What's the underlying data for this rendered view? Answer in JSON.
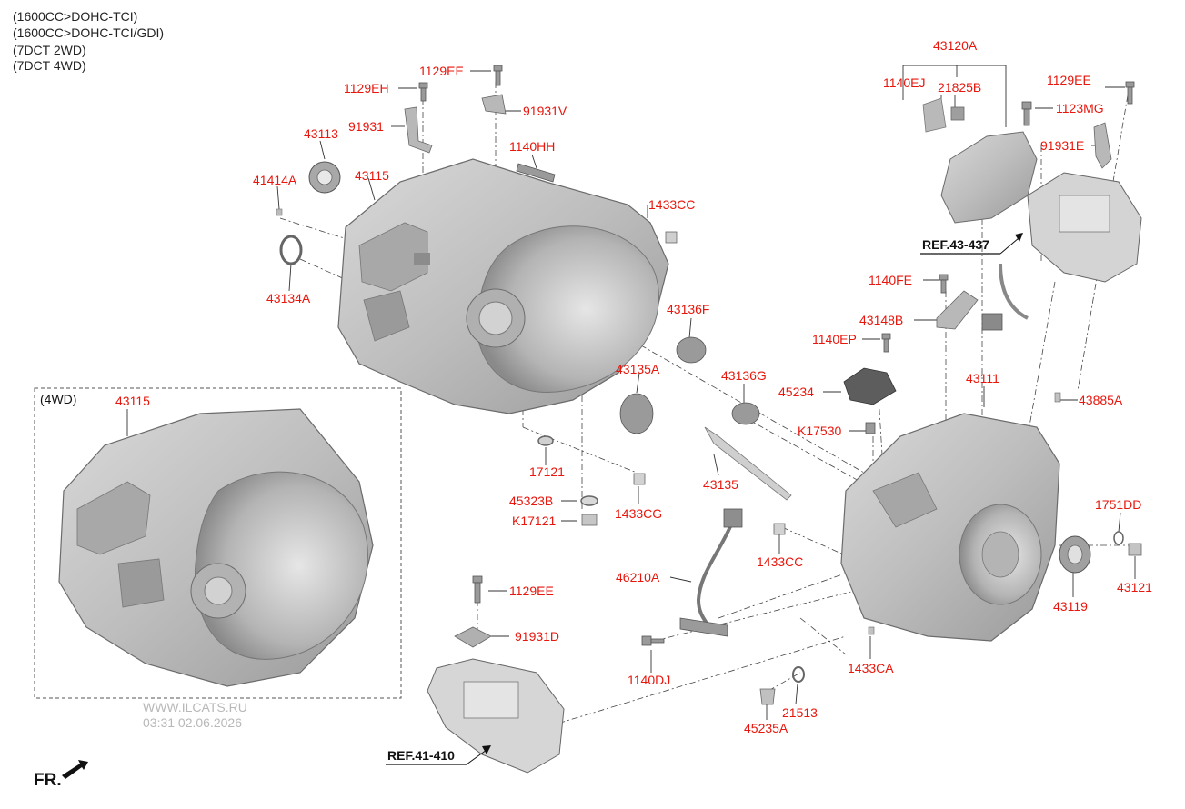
{
  "header": {
    "lines": [
      "(1600CC>DOHC-TCI)",
      "(1600CC>DOHC-TCI/GDI)",
      "(7DCT 2WD)",
      "(7DCT 4WD)"
    ]
  },
  "box_label": "(4WD)",
  "watermark": {
    "site": "WWW.ILCATS.RU",
    "datetime": "03:31 02.06.2026"
  },
  "front_label": "FR.",
  "colors": {
    "label": "#e8160c",
    "ref": "#111111",
    "housing": "#c2c2c2",
    "housing_dark": "#8e8e8e",
    "line": "#333333"
  },
  "refs": [
    {
      "id": "ref-43-437",
      "text": "REF.43-437"
    },
    {
      "id": "ref-41-410",
      "text": "REF.41-410"
    }
  ],
  "parts": [
    {
      "id": "p1129EE-a",
      "text": "1129EE"
    },
    {
      "id": "p1129EH",
      "text": "1129EH"
    },
    {
      "id": "p91931V",
      "text": "91931V"
    },
    {
      "id": "p91931",
      "text": "91931"
    },
    {
      "id": "p43113",
      "text": "43113"
    },
    {
      "id": "p1140HH",
      "text": "1140HH"
    },
    {
      "id": "p43115-a",
      "text": "43115"
    },
    {
      "id": "p41414A",
      "text": "41414A"
    },
    {
      "id": "p1433CC-a",
      "text": "1433CC"
    },
    {
      "id": "p43134A",
      "text": "43134A"
    },
    {
      "id": "p43136F",
      "text": "43136F"
    },
    {
      "id": "p43135A",
      "text": "43135A"
    },
    {
      "id": "p43136G",
      "text": "43136G"
    },
    {
      "id": "p17121",
      "text": "17121"
    },
    {
      "id": "p45323B",
      "text": "45323B"
    },
    {
      "id": "pK17121",
      "text": "K17121"
    },
    {
      "id": "p1433CG",
      "text": "1433CG"
    },
    {
      "id": "p43135",
      "text": "43135"
    },
    {
      "id": "p43120A",
      "text": "43120A"
    },
    {
      "id": "p1140EJ",
      "text": "1140EJ"
    },
    {
      "id": "p21825B",
      "text": "21825B"
    },
    {
      "id": "p1129EE-b",
      "text": "1129EE"
    },
    {
      "id": "p1123MG",
      "text": "1123MG"
    },
    {
      "id": "p91931E",
      "text": "91931E"
    },
    {
      "id": "p1140FE",
      "text": "1140FE"
    },
    {
      "id": "p43148B",
      "text": "43148B"
    },
    {
      "id": "p1140EP",
      "text": "1140EP"
    },
    {
      "id": "p45234",
      "text": "45234"
    },
    {
      "id": "p43111",
      "text": "43111"
    },
    {
      "id": "p43885A",
      "text": "43885A"
    },
    {
      "id": "pK17530",
      "text": "K17530"
    },
    {
      "id": "p1751DD",
      "text": "1751DD"
    },
    {
      "id": "p43121",
      "text": "43121"
    },
    {
      "id": "p43119",
      "text": "43119"
    },
    {
      "id": "p1433CC-b",
      "text": "1433CC"
    },
    {
      "id": "p46210A",
      "text": "46210A"
    },
    {
      "id": "p1433CA",
      "text": "1433CA"
    },
    {
      "id": "p1140DJ",
      "text": "1140DJ"
    },
    {
      "id": "p21513",
      "text": "21513"
    },
    {
      "id": "p45235A",
      "text": "45235A"
    },
    {
      "id": "p1129EE-c",
      "text": "1129EE"
    },
    {
      "id": "p91931D",
      "text": "91931D"
    },
    {
      "id": "p43115-b",
      "text": "43115"
    }
  ]
}
